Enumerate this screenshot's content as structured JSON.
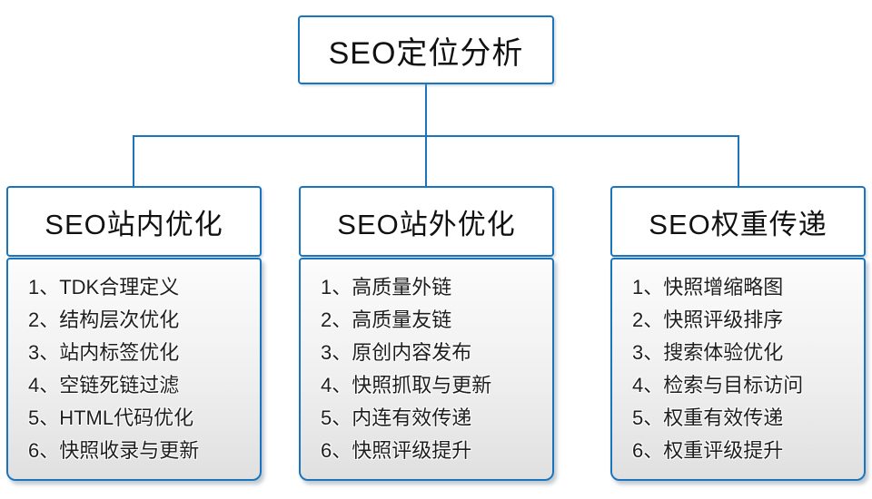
{
  "colors": {
    "accent": "#1B75BC"
  },
  "root": {
    "label": "SEO定位分析"
  },
  "columns": [
    {
      "title": "SEO站内优化",
      "items": [
        "1、TDK合理定义",
        "2、结构层次优化",
        "3、站内标签优化",
        "4、空链死链过滤",
        "5、HTML代码优化",
        "6、快照收录与更新"
      ]
    },
    {
      "title": "SEO站外优化",
      "items": [
        "1、高质量外链",
        "2、高质量友链",
        "3、原创内容发布",
        "4、快照抓取与更新",
        "5、内连有效传递",
        "6、快照评级提升"
      ]
    },
    {
      "title": "SEO权重传递",
      "items": [
        "1、快照增缩略图",
        "2、快照评级排序",
        "3、搜索体验优化",
        "4、检索与目标访问",
        "5、权重有效传递",
        "6、权重评级提升"
      ]
    }
  ]
}
